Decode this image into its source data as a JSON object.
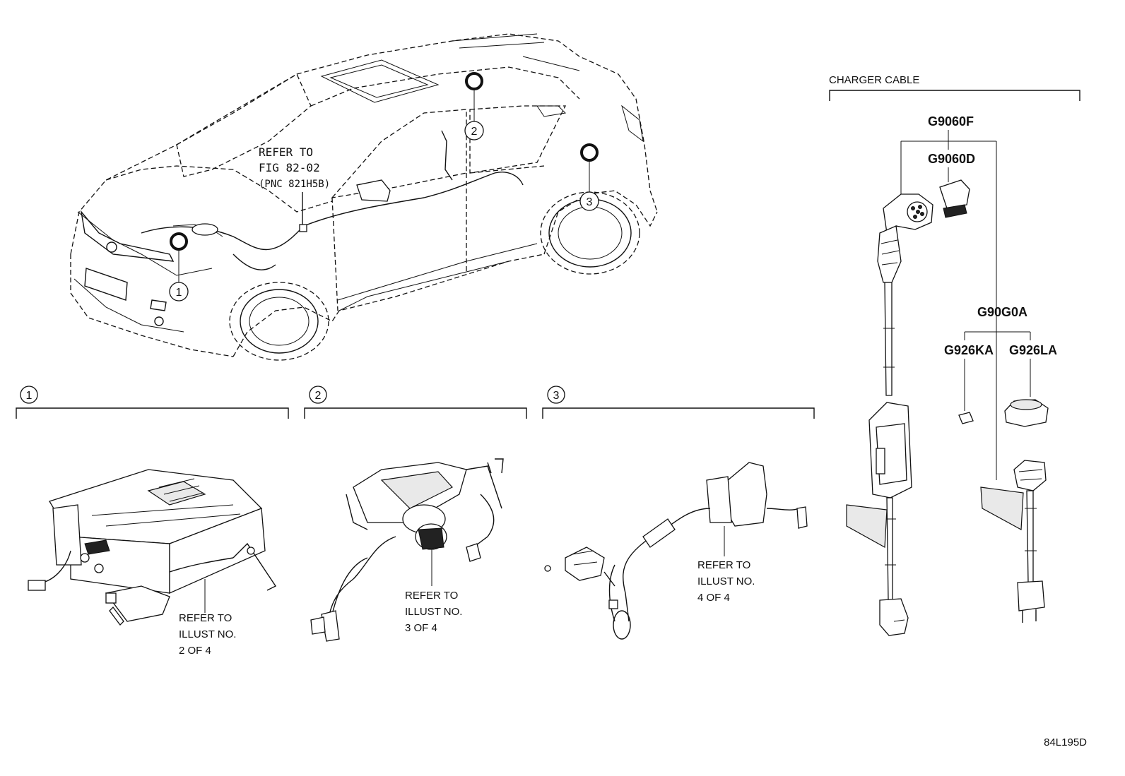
{
  "vehicle": {
    "refer_line1": "REFER TO",
    "refer_line2": "FIG 82-02",
    "refer_line3": "(PNC 821H5B)",
    "callout_1": "1",
    "callout_2": "2",
    "callout_3": "3"
  },
  "sections": [
    {
      "number": "1",
      "refer_line1": "REFER TO",
      "refer_line2": "ILLUST NO.",
      "refer_line3": "2 OF 4"
    },
    {
      "number": "2",
      "refer_line1": "REFER TO",
      "refer_line2": "ILLUST NO.",
      "refer_line3": "3 OF 4"
    },
    {
      "number": "3",
      "refer_line1": "REFER TO",
      "refer_line2": "ILLUST NO.",
      "refer_line3": "4 OF 4"
    }
  ],
  "charger": {
    "title": "CHARGER CABLE",
    "codes": {
      "g9060f": "G9060F",
      "g9060d": "G9060D",
      "g90g0a": "G90G0A",
      "g926ka": "G926KA",
      "g926la": "G926LA"
    }
  },
  "footer": {
    "figure_code": "84L195D"
  }
}
